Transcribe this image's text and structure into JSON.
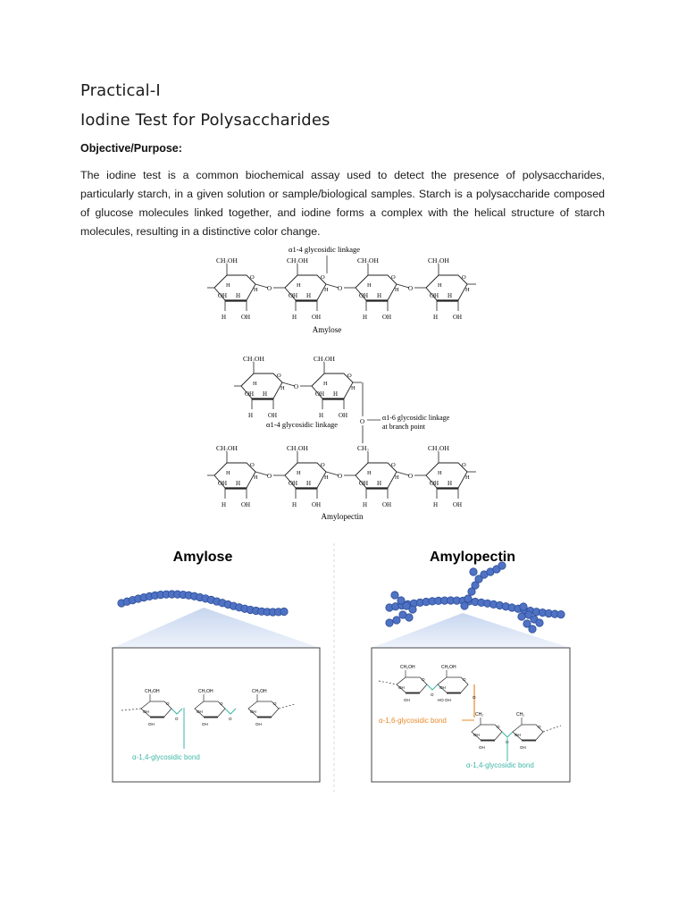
{
  "heading": {
    "practical": "Practical-I",
    "title": "Iodine Test for Polysaccharides",
    "objective_label": "Objective/Purpose:"
  },
  "paragraph": "The iodine test is a common biochemical assay used to detect the presence of polysaccharides, particularly starch, in a given solution or sample/biological samples. Starch is a polysaccharide composed of glucose molecules linked together, and iodine forms a complex with the helical structure of starch molecules, resulting in a distinctive color change.",
  "figure1": {
    "a14_top": "α1-4 glycosidic linkage",
    "ch2oh": "CH₂OH",
    "ch2": "CH₂",
    "amylose_caption": "Amylose",
    "a14_branch": "α1-4 glycosidic linkage",
    "a16_line1": "α1-6 glycosidic linkage",
    "a16_line2": "at branch point",
    "amylopectin_caption": "Amylopectin",
    "atoms": {
      "h": "H",
      "oh": "OH",
      "o": "O"
    }
  },
  "figure2": {
    "amylose_title": "Amylose",
    "amylopectin_title": "Amylopectin",
    "bond_14": "α-1,4-glycosidic bond",
    "bond_16": "α-1,6-glycosidic bond",
    "ch2oh": "CH₂OH",
    "ch2": "CH₂",
    "oh": "OH",
    "ho": "HO",
    "o": "O",
    "colors": {
      "bead": "#4f72c4",
      "bead_stroke": "#2e4f99",
      "bond_14": "#3fb7a8",
      "bond_16": "#e8892a",
      "heading": "#333333"
    }
  }
}
